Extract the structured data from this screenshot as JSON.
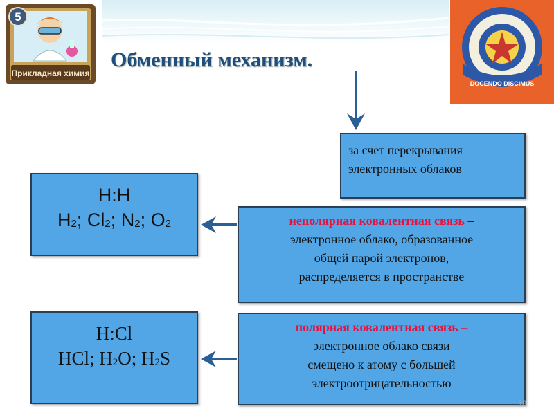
{
  "title": "Обменный механизм.",
  "badge": {
    "number": "5",
    "label": "Прикладная химия"
  },
  "logo": {
    "motto": "DOCENDO DISCIMUS"
  },
  "note_box": {
    "line1": "за счет перекрывания",
    "line2": "электронных облаков"
  },
  "h2_box": {
    "formula": "Н:Н",
    "examples": [
      {
        "base": "H",
        "sub": "2",
        "sep": "; "
      },
      {
        "base": "Cl",
        "sub": "2",
        "sep": "; "
      },
      {
        "base": "N",
        "sub": "2",
        "sep": "; "
      },
      {
        "base": "O",
        "sub": "2",
        "sep": ""
      }
    ]
  },
  "nonpolar_box": {
    "term": "неполярная ковалентная связь",
    "dash": " –",
    "line2": "электронное облако, образованное",
    "line3": "общей парой электронов,",
    "line4": "распределяется в пространстве"
  },
  "hcl_box": {
    "formula": "H:Cl",
    "ex1": "HCl; H",
    "ex1_sub": "2",
    "ex2": "O; H",
    "ex2_sub": "2",
    "ex3": "S"
  },
  "polar_box": {
    "term": "полярная ковалентная связь –",
    "line2": "электронное облако связи",
    "line3": "смещено к атому с большей",
    "line4": "электроотрицательностью"
  },
  "page_number": "18",
  "colors": {
    "box_fill": "#52a6e6",
    "box_border": "#2a3e54",
    "arrow": "#2a5f95",
    "title": "#1f4e7d",
    "term_red": "#e8103c"
  }
}
